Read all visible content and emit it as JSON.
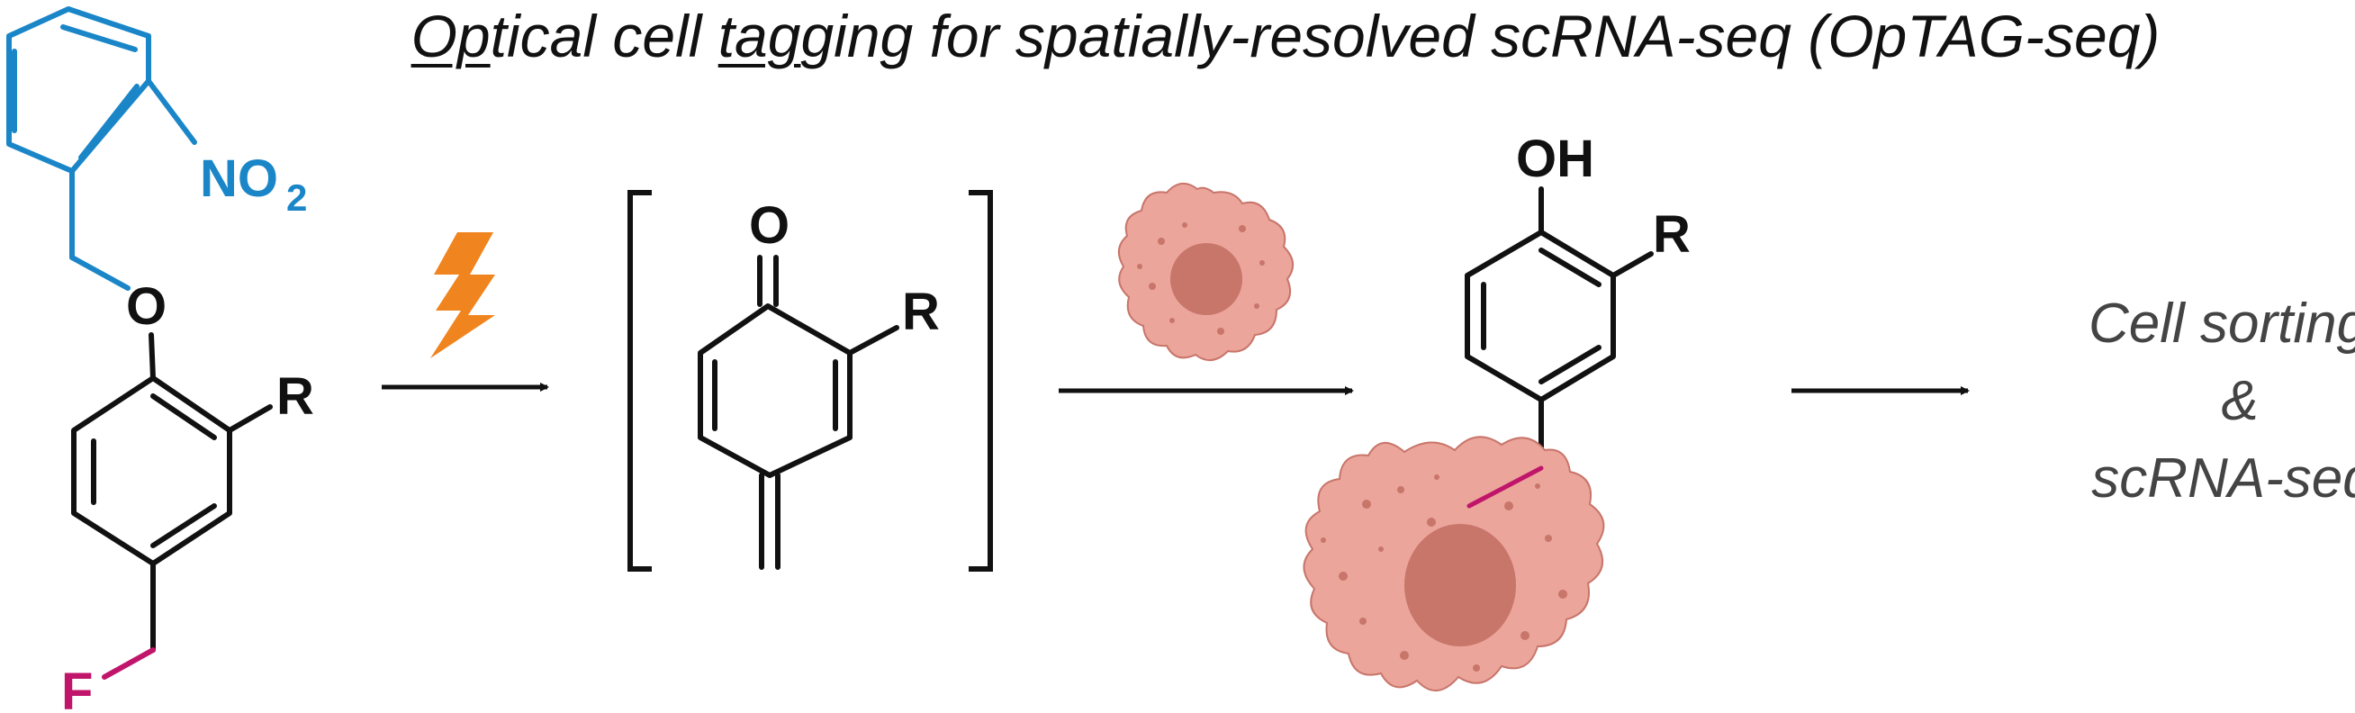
{
  "title": {
    "part1": "Op",
    "part2": "tical cell ",
    "part3": "tag",
    "part4": "ging for spatially-resolved scRNA-seq (OpTAG-seq)"
  },
  "labels": {
    "no2_main": "NO",
    "no2_sub": "2",
    "oxygen_ether": "O",
    "r_start": "R",
    "fluorine": "F",
    "oxygen_quinone": "O",
    "r_quinone": "R",
    "hydroxyl": "OH",
    "r_product": "R",
    "outcome_line1": "Cell sorting",
    "outcome_line2": "&",
    "outcome_line3": "scRNA-seq"
  },
  "colors": {
    "protecting_group": "#1a86c8",
    "fluorine": "#c0156a",
    "lightning": "#f0841e",
    "cell_body": "#eba59b",
    "cell_nucleus": "#c8756a",
    "bond": "#111111",
    "outcome_text": "#444444"
  },
  "icons": [
    "lightning-icon",
    "cell-small-icon",
    "cell-large-icon"
  ]
}
